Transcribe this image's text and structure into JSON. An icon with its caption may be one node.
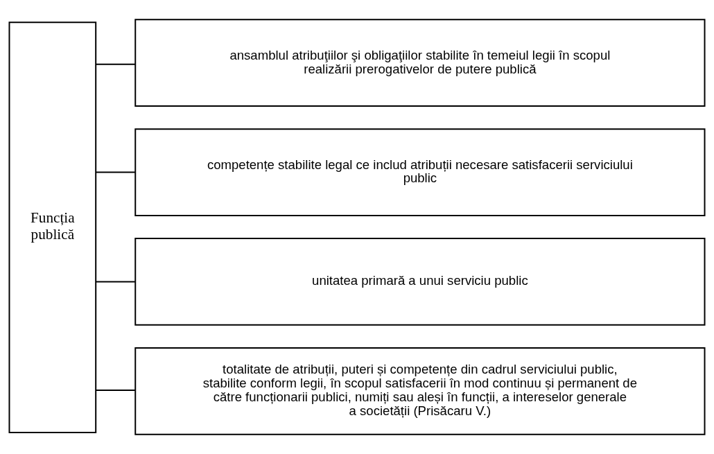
{
  "diagram": {
    "nodes": [
      {
        "text": [
          "Funcția publică"
        ]
      },
      {
        "text": [
          "ansamblul atribuţiilor şi obligaţiilor stabilite în temeiul legii în scopul realizării prerogativelor de putere publică"
        ]
      },
      {
        "text": [
          "competențe stabilite legal ce includ atribuții necesare satisfacerii serviciului public"
        ]
      },
      {
        "text": [
          "unitatea primară a unui serviciu public"
        ]
      },
      {
        "text": [
          "totalitate de atribuții, puteri și competențe din cadrul serviciului public, stabilite conform legii, în scopul satisfacerii în mod continuu și permanent de către funcționarii publici, numiți sau aleși în funcții, a intereselor generale a societății (Prisăcaru V.)"
        ]
      }
    ],
    "edges": [
      {
        "from": 0,
        "to": 1,
        "arrow": "none"
      },
      {
        "from": 0,
        "to": 2,
        "arrow": "none"
      },
      {
        "from": 0,
        "to": 3,
        "arrow": "none"
      },
      {
        "from": 0,
        "to": 4,
        "arrow": "none"
      }
    ]
  }
}
